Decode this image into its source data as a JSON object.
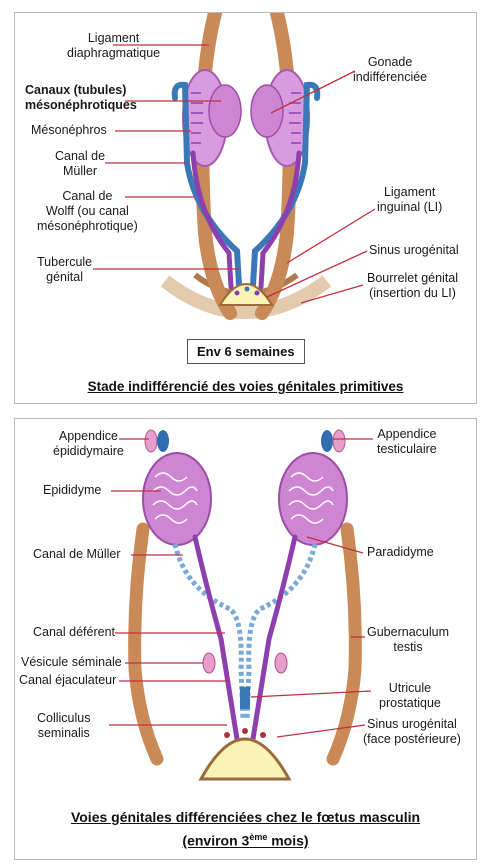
{
  "panel1": {
    "labels": {
      "ligament_diaphragmatique": "Ligament\ndiaphragmatique",
      "canaux_tubules": "Canaux (tubules)\nmésonéphrotiques",
      "mesonephros": "Mésonéphros",
      "canal_muller": "Canal de\nMüller",
      "canal_wolff": "Canal de\nWolff  (ou canal\nmésonéphrotique)",
      "tubercule": "Tubercule\ngénital",
      "gonade": "Gonade\nindifférenciée",
      "ligament_inguinal": "Ligament\ninguinal (LI)",
      "sinus": "Sinus urogénital",
      "bourrelet": "Bourrelet génital\n(insertion du LI)"
    },
    "badge": "Env 6 semaines",
    "caption": "Stade indifférencié des voies génitales primitives"
  },
  "panel2": {
    "labels": {
      "appendice_epididymaire": "Appendice\népididymaire",
      "epididyme": "Epididyme",
      "canal_muller": "Canal de Müller",
      "canal_deferent": "Canal déférent",
      "vesicule": "Vésicule séminale",
      "canal_ejaculateur": "Canal éjaculateur",
      "colliculus": "Colliculus\nseminalis",
      "appendice_testiculaire": "Appendice\ntesticulaire",
      "paradidyme": "Paradidyme",
      "gubernaculum": "Gubernaculum\ntestis",
      "utricule": "Utricule\nprostatique",
      "sinus": "Sinus urogénital\n(face postérieure)"
    },
    "caption_line1": "Voies génitales différenciées chez le fœtus masculin",
    "caption_line2_a": "(environ 3",
    "caption_sup": "ème",
    "caption_line2_b": " mois)"
  },
  "colors": {
    "leader": "#c2303f",
    "muller": "#3a78b8",
    "wolff": "#8e3fae",
    "gonad": "#cf86d2",
    "ligament": "#c98a57",
    "sinus": "#fbf2b5"
  }
}
